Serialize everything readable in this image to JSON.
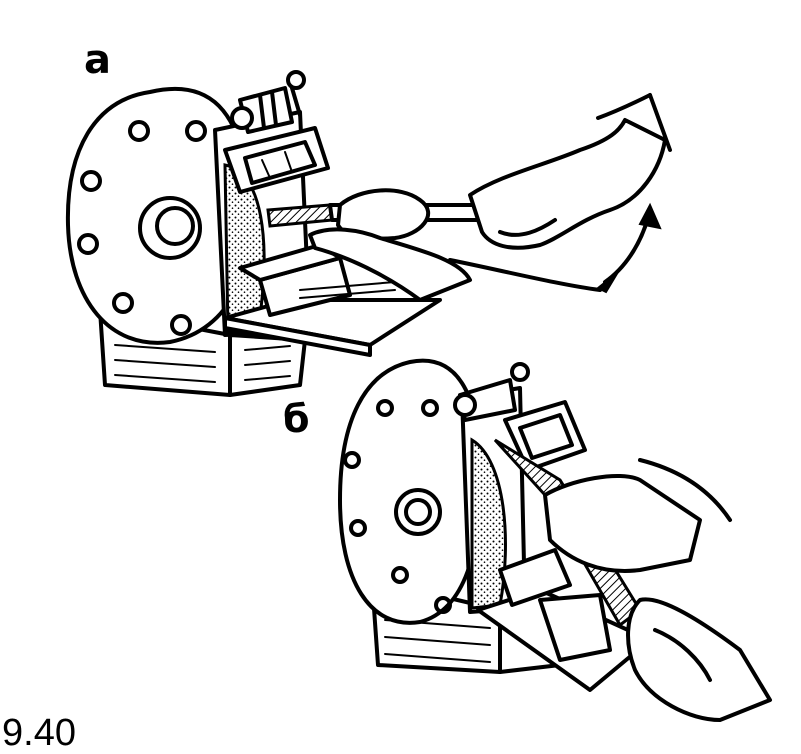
{
  "labels": {
    "panel_a": "а",
    "panel_b": "б",
    "figure_number": "9.40"
  },
  "icons": {
    "motion_arrow": "double-arrow-icon"
  }
}
